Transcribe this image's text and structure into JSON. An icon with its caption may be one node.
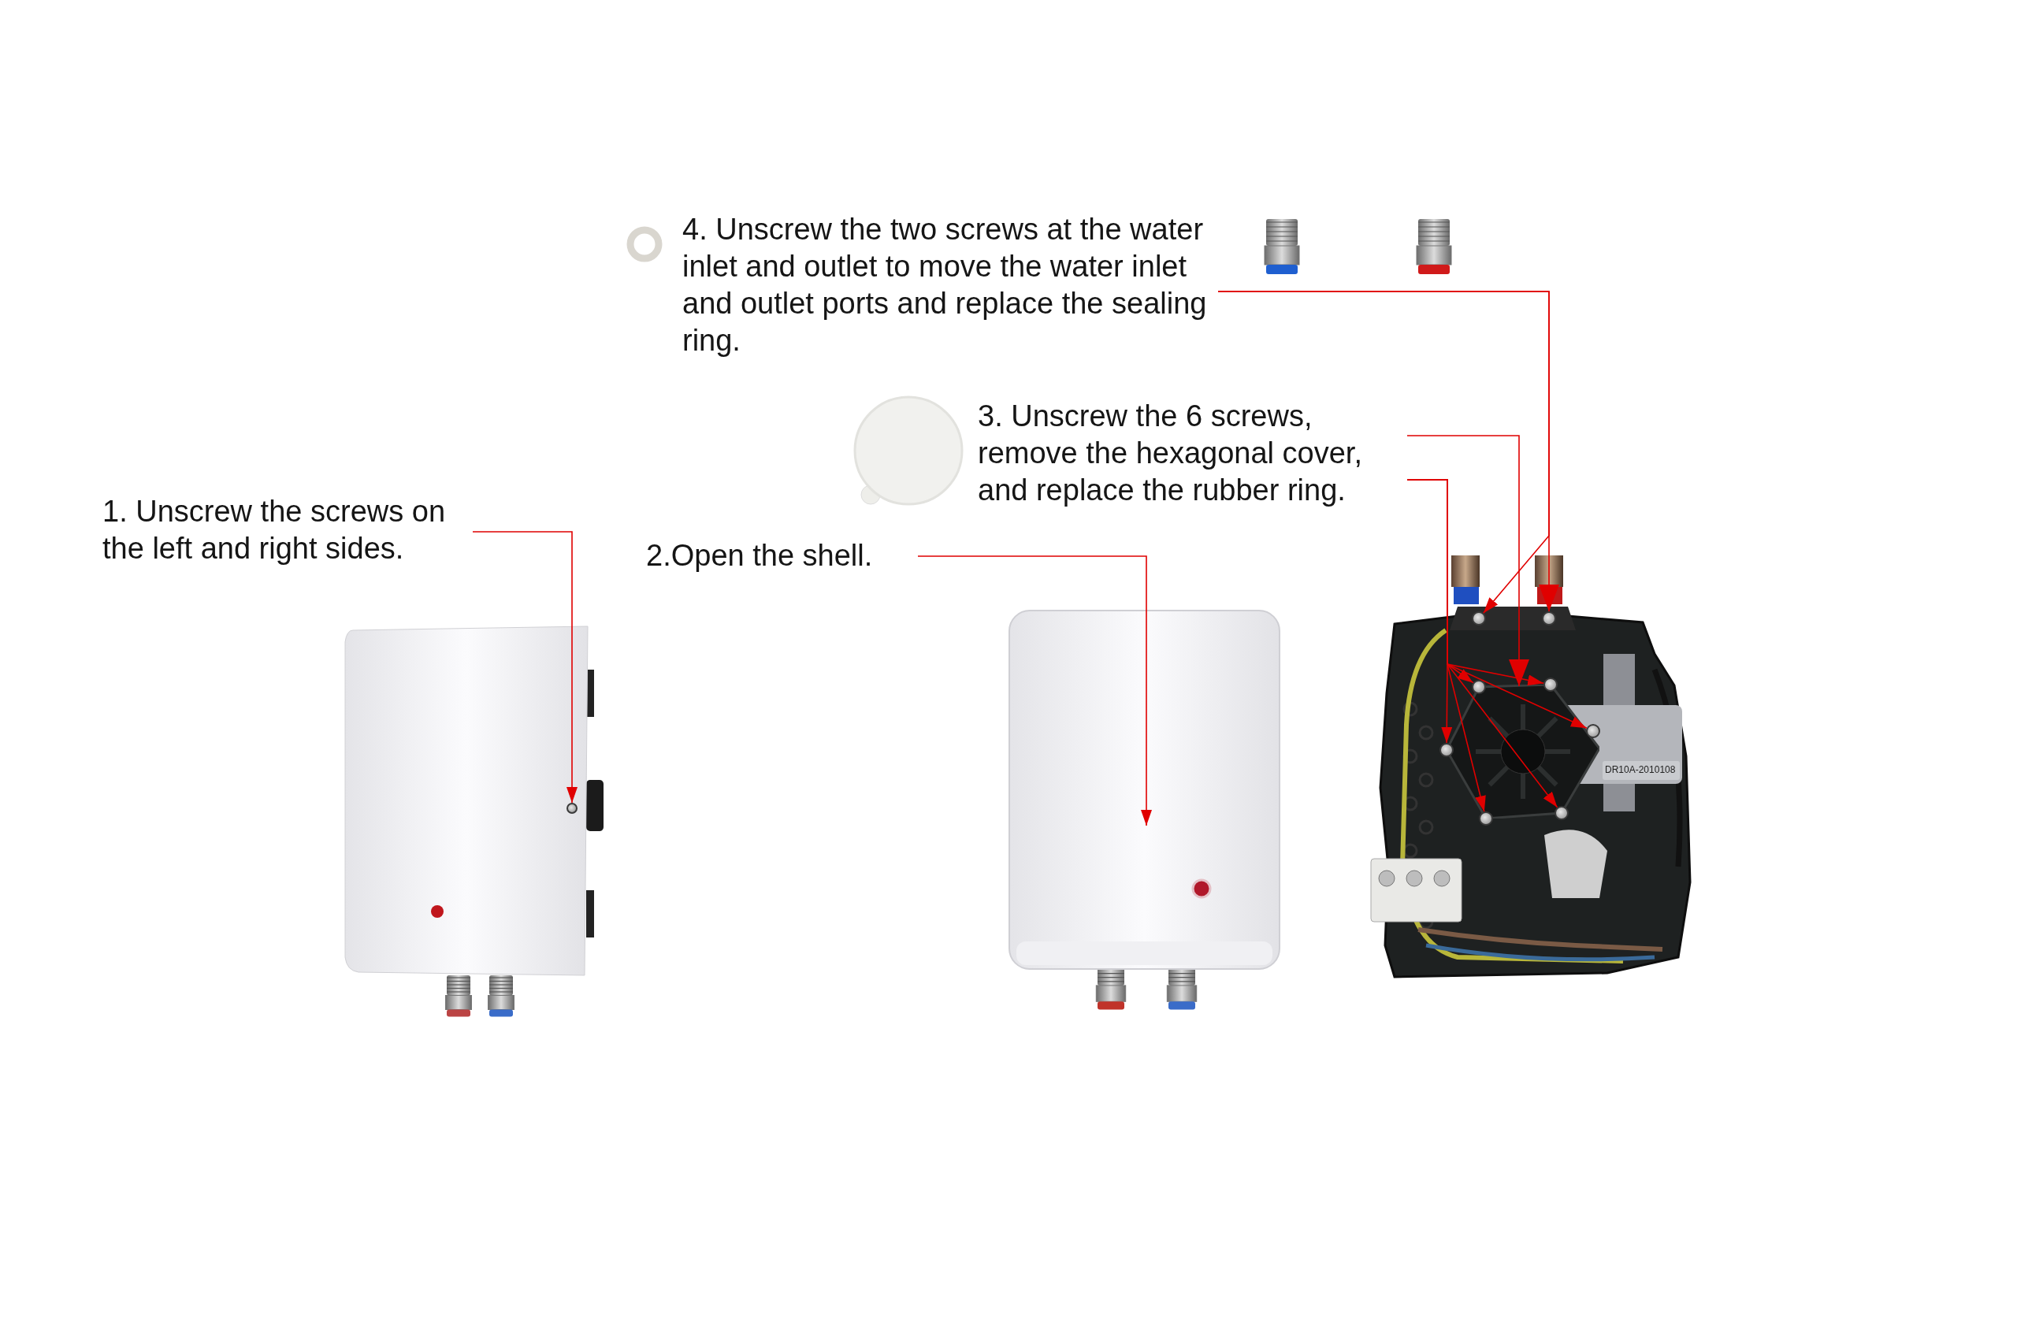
{
  "diagram": {
    "nodes": [
      {
        "text": [
          "4. Unscrew the two screws at the water inlet and outlet to move the water inlet and outlet ports and replace the sealing ring."
        ]
      },
      {
        "text": [
          "3. Unscrew the 6 screws, remove the hexagonal cover, and replace the rubber ring."
        ]
      },
      {
        "text": [
          "1. Unscrew the screws on the left and right sides."
        ]
      },
      {
        "text": [
          "2.Open the shell."
        ]
      },
      {
        "text": [],
        "shape": "circle"
      },
      {
        "text": [],
        "shape": "circle"
      },
      {
        "text": [],
        "shape": "circle"
      },
      {
        "text": [],
        "shape": "hexagon"
      },
      {
        "text": [],
        "shape": "circle"
      },
      {
        "text": [],
        "shape": "circle"
      },
      {
        "text": [],
        "shape": "circle"
      },
      {
        "text": [],
        "shape": "circle"
      },
      {
        "text": [],
        "shape": "circle"
      },
      {
        "text": [],
        "shape": "circle"
      }
    ],
    "edges": [
      {
        "from": 2,
        "to": 4,
        "arrow": "to"
      },
      {
        "from": 3,
        "to": null,
        "arrow": "to"
      },
      {
        "from": 0,
        "to": 6,
        "arrow": "to"
      },
      {
        "from": 0,
        "to": 5,
        "arrow": "to"
      },
      {
        "from": 1,
        "to": 7,
        "arrow": "to"
      },
      {
        "from": 1,
        "to": 8,
        "arrow": "to"
      },
      {
        "from": 1,
        "to": 9,
        "arrow": "to"
      },
      {
        "from": 1,
        "to": 10,
        "arrow": "to"
      },
      {
        "from": 1,
        "to": 11,
        "arrow": "to"
      },
      {
        "from": 1,
        "to": 12,
        "arrow": "to"
      },
      {
        "from": 1,
        "to": 13,
        "arrow": "to"
      }
    ],
    "labels": [
      "DR10A-2010108"
    ]
  }
}
